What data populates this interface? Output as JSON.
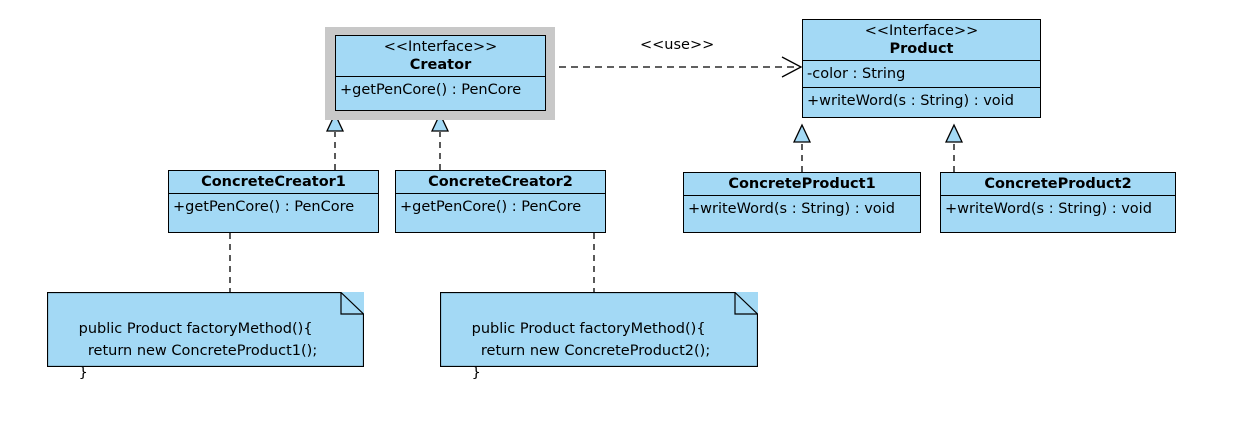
{
  "diagram": {
    "title": "",
    "colors": {
      "fill": "#a3d9f5",
      "line": "#000000",
      "selection": "#c8c8c8",
      "background": "#ffffff"
    }
  },
  "classes": {
    "creator": {
      "stereotype": "<<Interface>>",
      "name": "Creator",
      "operations": [
        "+getPenCore() : PenCore"
      ]
    },
    "product": {
      "stereotype": "<<Interface>>",
      "name": "Product",
      "attributes": [
        "-color : String"
      ],
      "operations": [
        "+writeWord(s : String) : void"
      ]
    },
    "concrete_creator1": {
      "name": "ConcreteCreator1",
      "operations": [
        "+getPenCore() : PenCore"
      ]
    },
    "concrete_creator2": {
      "name": "ConcreteCreator2",
      "operations": [
        "+getPenCore() : PenCore"
      ]
    },
    "concrete_product1": {
      "name": "ConcreteProduct1",
      "operations": [
        "+writeWord(s : String) : void"
      ]
    },
    "concrete_product2": {
      "name": "ConcreteProduct2",
      "operations": [
        "+writeWord(s : String) : void"
      ]
    }
  },
  "relations": {
    "use_label": "<<use>>"
  },
  "notes": {
    "note1": {
      "lines": [
        "public Product factoryMethod(){",
        "  return new ConcreteProduct1();",
        "}"
      ]
    },
    "note2": {
      "lines": [
        "public Product factoryMethod(){",
        "  return new ConcreteProduct2();",
        "}"
      ]
    }
  }
}
